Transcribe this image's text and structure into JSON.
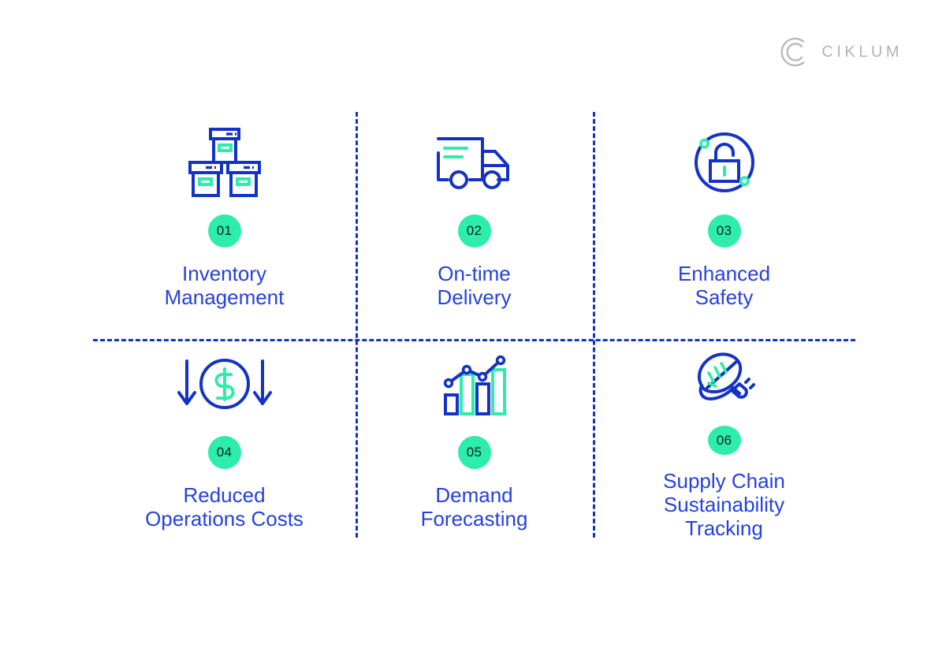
{
  "brand": {
    "name": "CIKLUM",
    "logo_icon": "ciklum-c-arcs-logo",
    "logo_color": "#b3b3b8"
  },
  "theme": {
    "blue": "#1433c4",
    "label_blue": "#2541e0",
    "green": "#2ceda9",
    "badge_text": "#0f1b2a",
    "background": "#ffffff"
  },
  "grid": {
    "columns": 3,
    "rows": 2,
    "divider_style": "dashed",
    "divider_color": "#1433c4"
  },
  "cells": [
    {
      "number": "01",
      "label": "Inventory\nManagement",
      "icon": "stacked-boxes-icon"
    },
    {
      "number": "02",
      "label": "On-time\nDelivery",
      "icon": "delivery-truck-icon"
    },
    {
      "number": "03",
      "label": "Enhanced\nSafety",
      "icon": "padlock-in-circle-icon"
    },
    {
      "number": "04",
      "label": "Reduced\nOperations Costs",
      "icon": "dollar-circle-down-arrows-icon"
    },
    {
      "number": "05",
      "label": "Demand\nForecasting",
      "icon": "bar-chart-trend-line-icon"
    },
    {
      "number": "06",
      "label": "Supply Chain\nSustainability\nTracking",
      "icon": "leaf-power-plug-icon"
    }
  ]
}
